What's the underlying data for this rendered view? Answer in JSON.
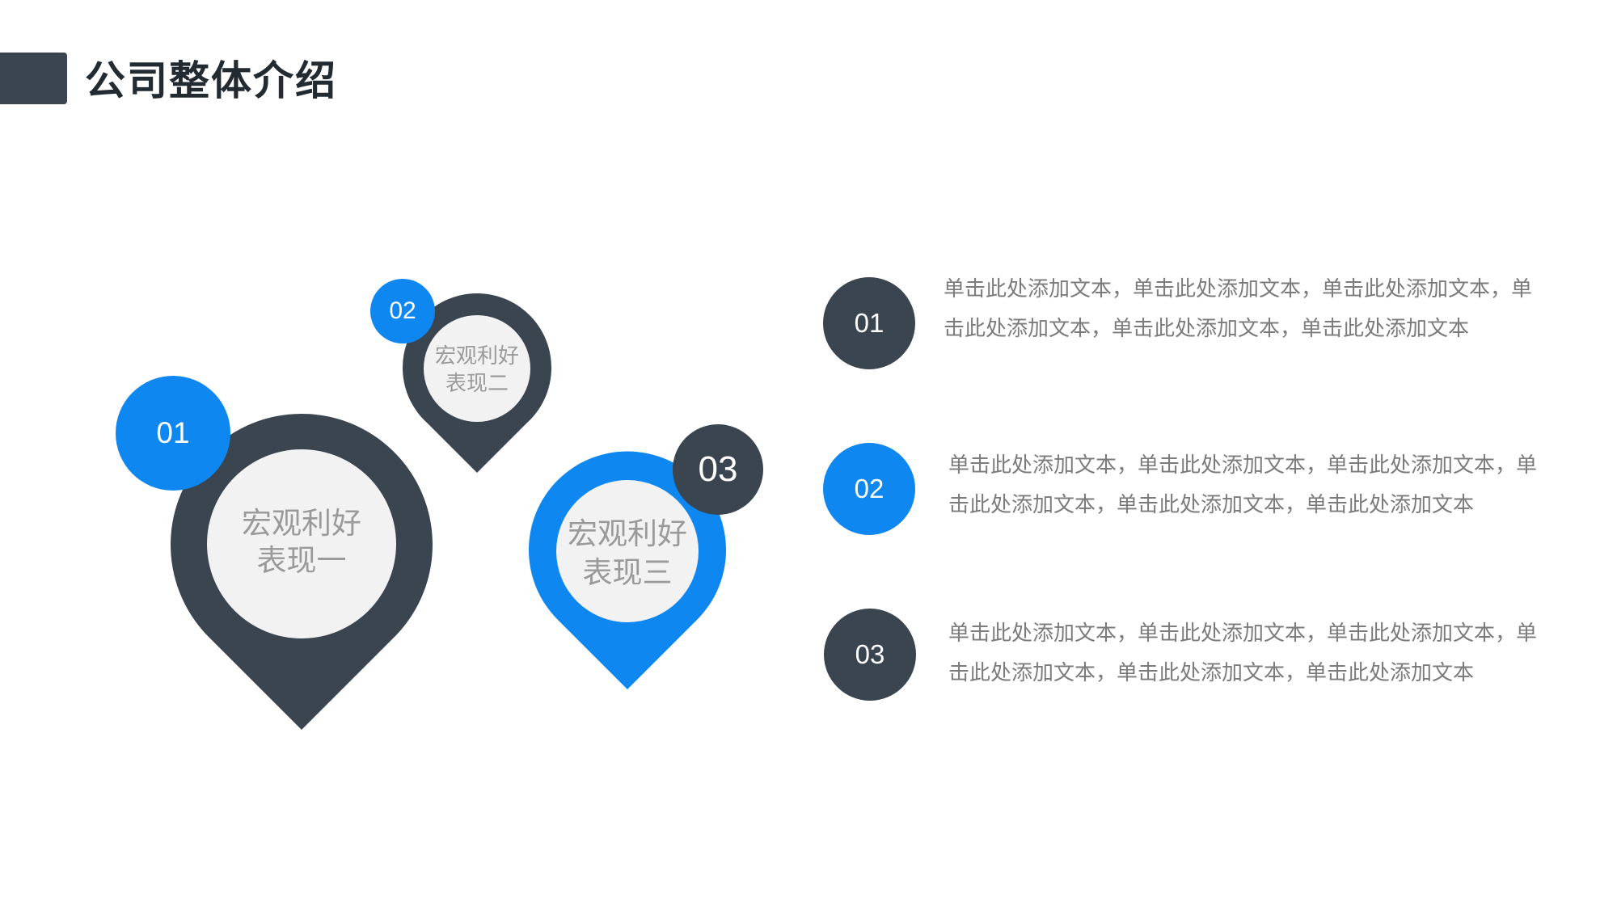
{
  "title": "公司整体介绍",
  "colors": {
    "dark": "#3a4550",
    "blue": "#0f87f0",
    "label_text": "#9a9a9a",
    "body_text": "#7b7b7b"
  },
  "pins": [
    {
      "badge": "01",
      "label_line1": "宏观利好",
      "label_line2": "表现一"
    },
    {
      "badge": "02",
      "label_line1": "宏观利好",
      "label_line2": "表现二"
    },
    {
      "badge": "03",
      "label_line1": "宏观利好",
      "label_line2": "表现三"
    }
  ],
  "list": [
    {
      "num": "01",
      "text": "单击此处添加文本，单击此处添加文本，单击此处添加文本，单击此处添加文本，单击此处添加文本，单击此处添加文本"
    },
    {
      "num": "02",
      "text": "单击此处添加文本，单击此处添加文本，单击此处添加文本，单击此处添加文本，单击此处添加文本，单击此处添加文本"
    },
    {
      "num": "03",
      "text": "单击此处添加文本，单击此处添加文本，单击此处添加文本，单击此处添加文本，单击此处添加文本，单击此处添加文本"
    }
  ]
}
